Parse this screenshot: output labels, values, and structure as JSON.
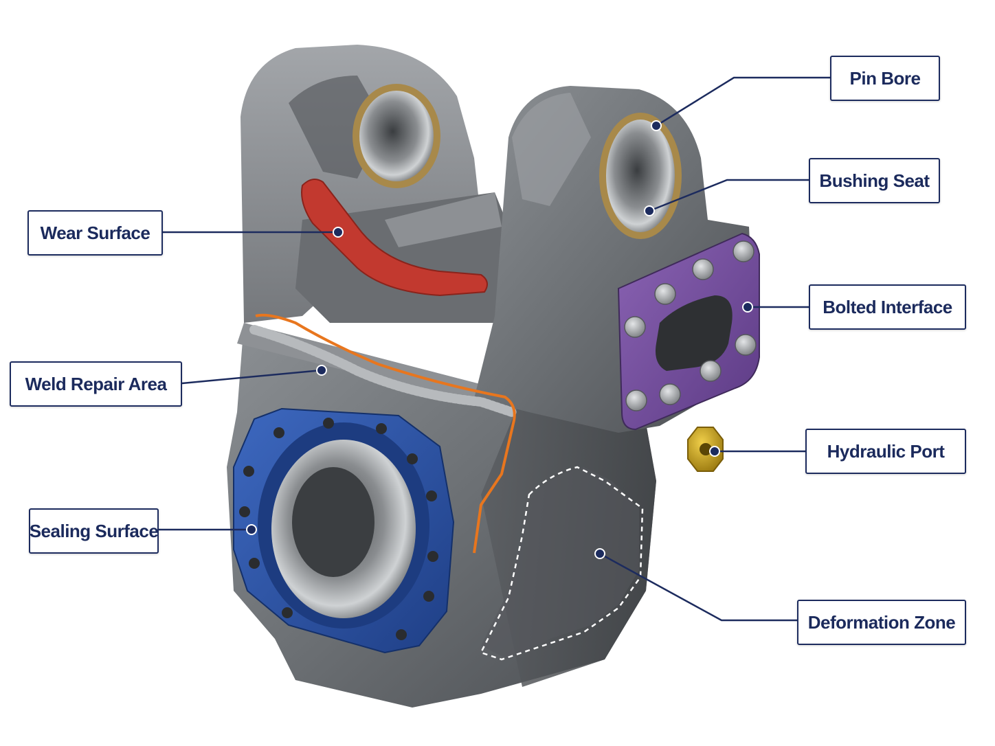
{
  "labels": {
    "pin_bore": "Pin Bore",
    "bushing_seat": "Bushing Seat",
    "wear_surface": "Wear Surface",
    "bolted_interface": "Bolted Interface",
    "weld_repair_area": "Weld Repair Area",
    "hydraulic_port": "Hydraulic Port",
    "sealing_surface": "Sealing Surface",
    "deformation_zone": "Deformation Zone"
  },
  "colors": {
    "callout_text": "#1b2a5c",
    "callout_border": "#1c2b5e",
    "leader_line": "#1c2b5e",
    "casting_metal": "#6e7175",
    "wear_surface_paint": "#c2392f",
    "weld_outline": "#e8761e",
    "sealing_flange": "#2f58a8",
    "bolted_plate": "#7a4fa0",
    "bushing_bronze": "#a8894a",
    "hydraulic_fitting": "#c9a21b",
    "deformation_outline": "#ffffff"
  },
  "icons": {
    "component": "forged-steel-clevis-housing"
  }
}
